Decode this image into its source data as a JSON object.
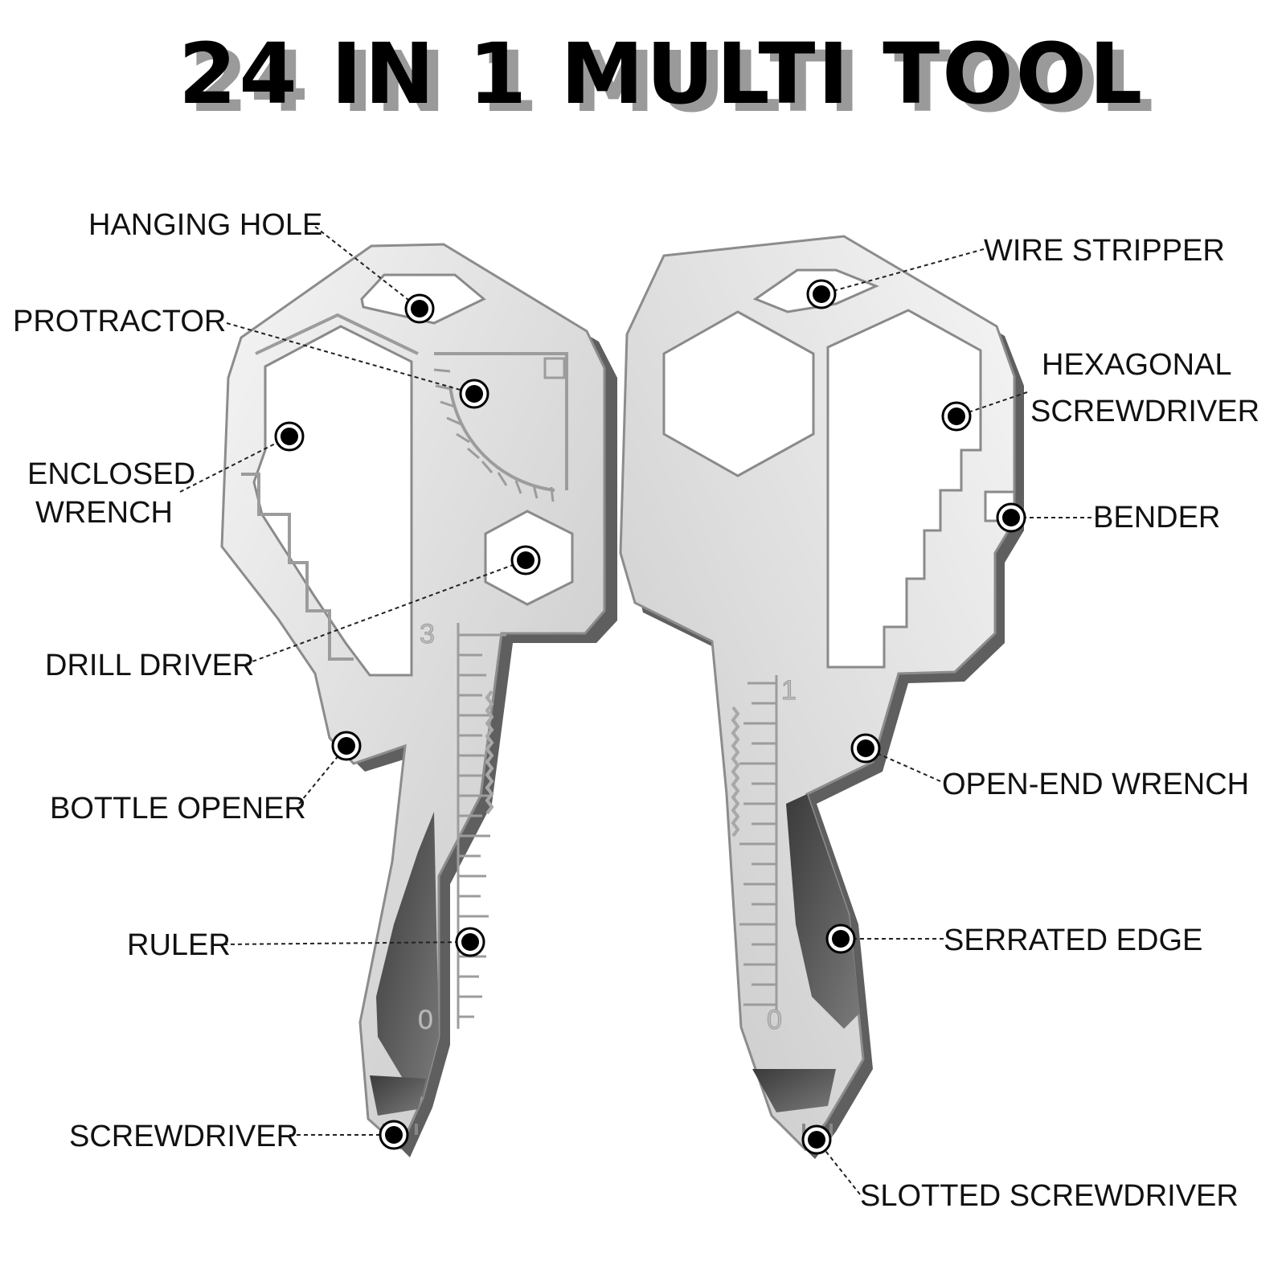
{
  "title": "24 IN 1 MULTI TOOL",
  "labels": {
    "hanging_hole": "HANGING HOLE",
    "protractor": "PROTRACTOR",
    "enclosed_wrench_1": "ENCLOSED",
    "enclosed_wrench_2": "WRENCH",
    "drill_driver": "DRILL DRIVER",
    "bottle_opener": "BOTTLE OPENER",
    "ruler": "RULER",
    "screwdriver": "SCREWDRIVER",
    "wire_stripper": "WIRE STRIPPER",
    "hexagonal_screwdriver_1": "HEXAGONAL",
    "hexagonal_screwdriver_2": "SCREWDRIVER",
    "bender": "BENDER",
    "open_end_wrench": "OPEN-END WRENCH",
    "serrated_edge": "SERRATED EDGE",
    "slotted_screwdriver": "SLOTTED SCREWDRIVER"
  },
  "ruler_marks": {
    "left_top": "3",
    "left_bottom": "0",
    "right_top": "1",
    "right_bottom": "0"
  },
  "colors": {
    "steel_light": "#f2f2f2",
    "steel_mid": "#d6d6d6",
    "steel_dark": "#5f5f5f",
    "marker": "#000000"
  }
}
